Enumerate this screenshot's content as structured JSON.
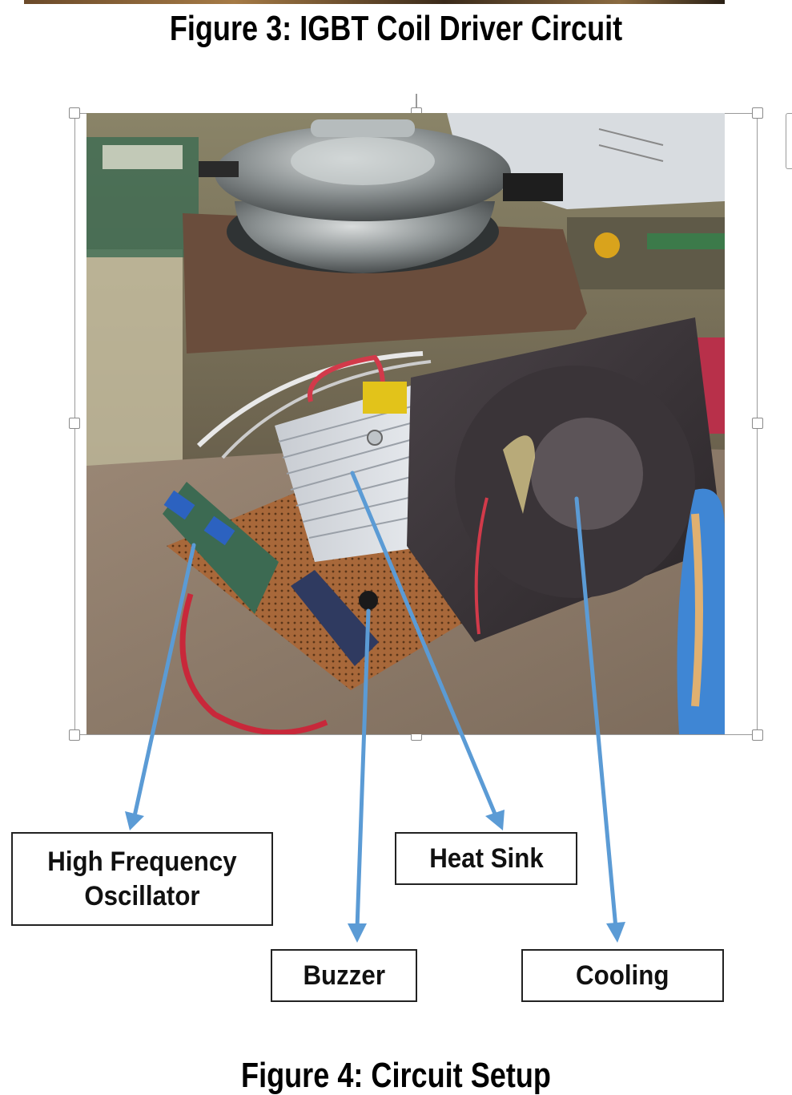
{
  "figure_top": {
    "caption": "Figure 3: IGBT Coil Driver Circuit"
  },
  "figure_bottom": {
    "caption": "Figure 4: Circuit Setup"
  },
  "labels": {
    "oscillator_line1": "High Frequency",
    "oscillator_line2": "Oscillator",
    "heat_sink": "Heat Sink",
    "buzzer": "Buzzer",
    "cooling": "Cooling"
  },
  "colors": {
    "arrow": "#5b9bd5",
    "box_border": "#222222"
  }
}
